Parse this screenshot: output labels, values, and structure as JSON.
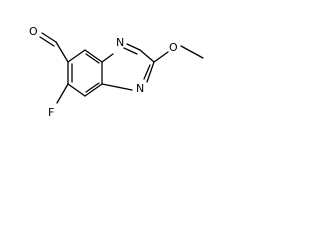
{
  "molecule": {
    "atoms": {
      "aldehyde_oxygen": "O",
      "fluorine": "F",
      "n1": "N",
      "n4": "N",
      "methoxy_oxygen": "O"
    },
    "colors": {
      "bond": "#000000",
      "label": "#000000",
      "background": "#ffffff"
    }
  }
}
